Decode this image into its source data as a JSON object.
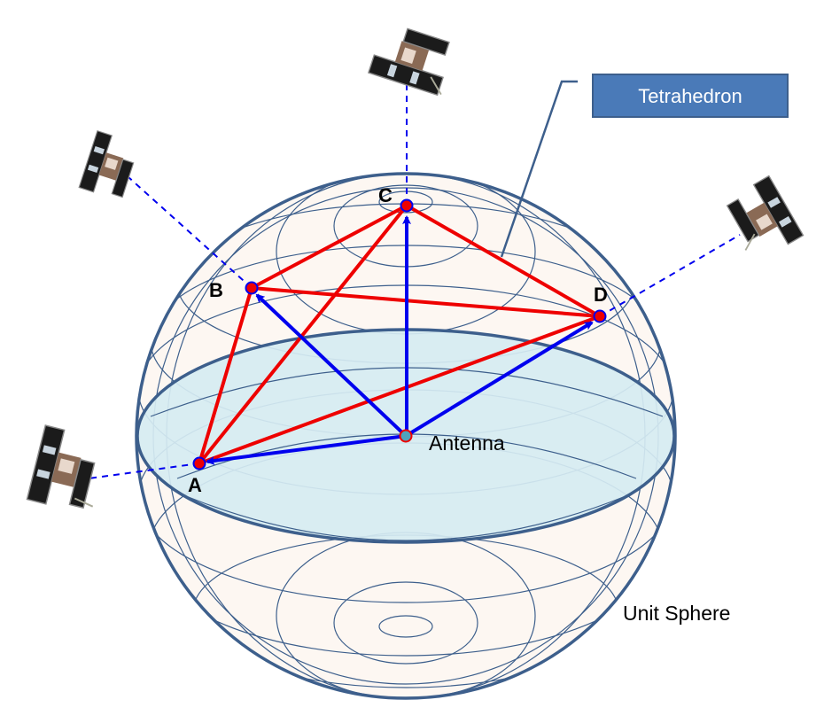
{
  "diagram": {
    "title_box": {
      "label": "Tetrahedron"
    },
    "sphere_label": "Unit Sphere",
    "center_label": "Antenna",
    "points": [
      {
        "id": "A",
        "label": "A"
      },
      {
        "id": "B",
        "label": "B"
      },
      {
        "id": "C",
        "label": "C"
      },
      {
        "id": "D",
        "label": "D"
      }
    ],
    "satellites": [
      {
        "name": "satellite-a",
        "links_to": "A"
      },
      {
        "name": "satellite-b",
        "links_to": "B"
      },
      {
        "name": "satellite-c",
        "links_to": "C"
      },
      {
        "name": "satellite-d",
        "links_to": "D"
      }
    ],
    "edges": {
      "tetrahedron": [
        [
          "A",
          "B"
        ],
        [
          "A",
          "C"
        ],
        [
          "A",
          "D"
        ],
        [
          "B",
          "C"
        ],
        [
          "B",
          "D"
        ],
        [
          "C",
          "D"
        ]
      ],
      "vectors_from_antenna": [
        "A",
        "B",
        "C",
        "D"
      ]
    },
    "colors": {
      "tetrahedron_edge": "#ee0000",
      "vector": "#0000ee",
      "sphere_outline": "#3d5f8c",
      "sphere_fill": "#fdf7f2",
      "equator_fill": "#d6ebf2",
      "callout_fill": "#4a7ab8"
    }
  }
}
